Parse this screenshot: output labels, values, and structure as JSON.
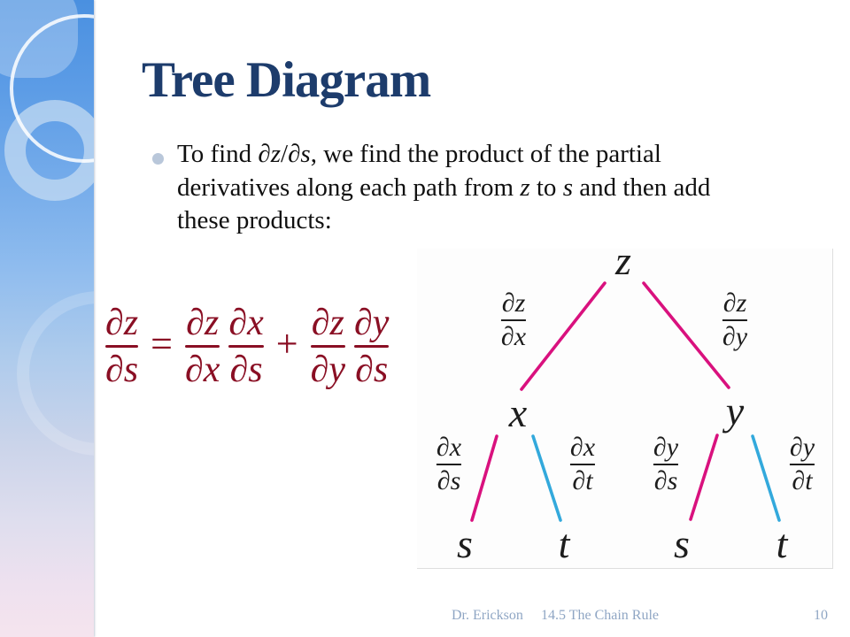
{
  "slide": {
    "title": "Tree Diagram",
    "bullet": {
      "segments": [
        {
          "t": "To find ",
          "i": false
        },
        {
          "t": "∂z",
          "i": true
        },
        {
          "t": "/",
          "i": false
        },
        {
          "t": "∂s",
          "i": true
        },
        {
          "t": ", we find the product of the partial",
          "i": false
        },
        {
          "br": true
        },
        {
          "t": "derivatives along each path from ",
          "i": false
        },
        {
          "t": "z",
          "i": true
        },
        {
          "t": " to ",
          "i": false
        },
        {
          "t": "s",
          "i": true
        },
        {
          "t": " and then add",
          "i": false
        },
        {
          "br": true
        },
        {
          "t": "these products:",
          "i": false
        }
      ]
    },
    "formula": {
      "equals": "=",
      "plus": "+",
      "lhs": {
        "num": "∂z",
        "den": "∂s"
      },
      "rhs": [
        {
          "num": "∂z",
          "den": "∂x"
        },
        {
          "num": "∂x",
          "den": "∂s"
        },
        {
          "num": "∂z",
          "den": "∂y"
        },
        {
          "num": "∂y",
          "den": "∂s"
        }
      ]
    }
  },
  "tree": {
    "nodes": {
      "z": "z",
      "x": "x",
      "y": "y",
      "s_left": "s",
      "t_left": "t",
      "s_right": "s",
      "t_right": "t"
    },
    "edge_labels": {
      "dz_dx": {
        "num": "∂z",
        "den": "∂x"
      },
      "dz_dy": {
        "num": "∂z",
        "den": "∂y"
      },
      "dx_ds": {
        "num": "∂x",
        "den": "∂s"
      },
      "dx_dt": {
        "num": "∂x",
        "den": "∂t"
      },
      "dy_ds": {
        "num": "∂y",
        "den": "∂s"
      },
      "dy_dt": {
        "num": "∂y",
        "den": "∂t"
      }
    }
  },
  "footer": {
    "author": "Dr. Erickson",
    "section": "14.5 The Chain Rule",
    "page": "10"
  },
  "colors": {
    "title_text": "#1D3C6C",
    "formula": "#8A0F24",
    "tree_pink": "#D9117E",
    "tree_blue": "#33A9DC",
    "footer_text": "#8FA6C4"
  }
}
